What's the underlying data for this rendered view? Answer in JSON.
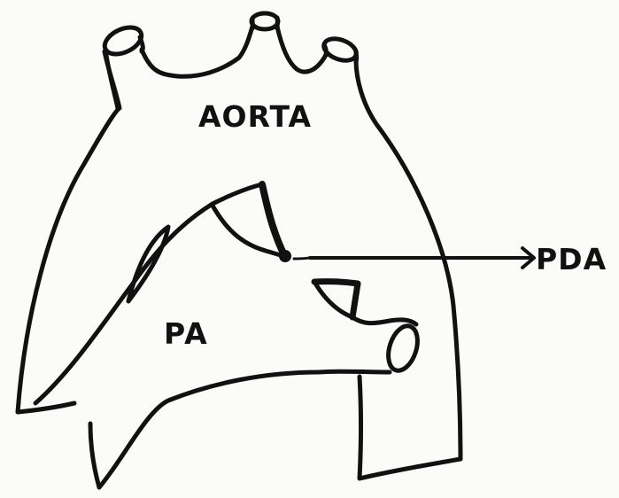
{
  "diagram": {
    "labels": {
      "aorta": "AORTA",
      "pa": "PA",
      "pda": "PDA"
    },
    "colors": {
      "ink": "#111111",
      "paper": "#fbfbfa"
    }
  }
}
